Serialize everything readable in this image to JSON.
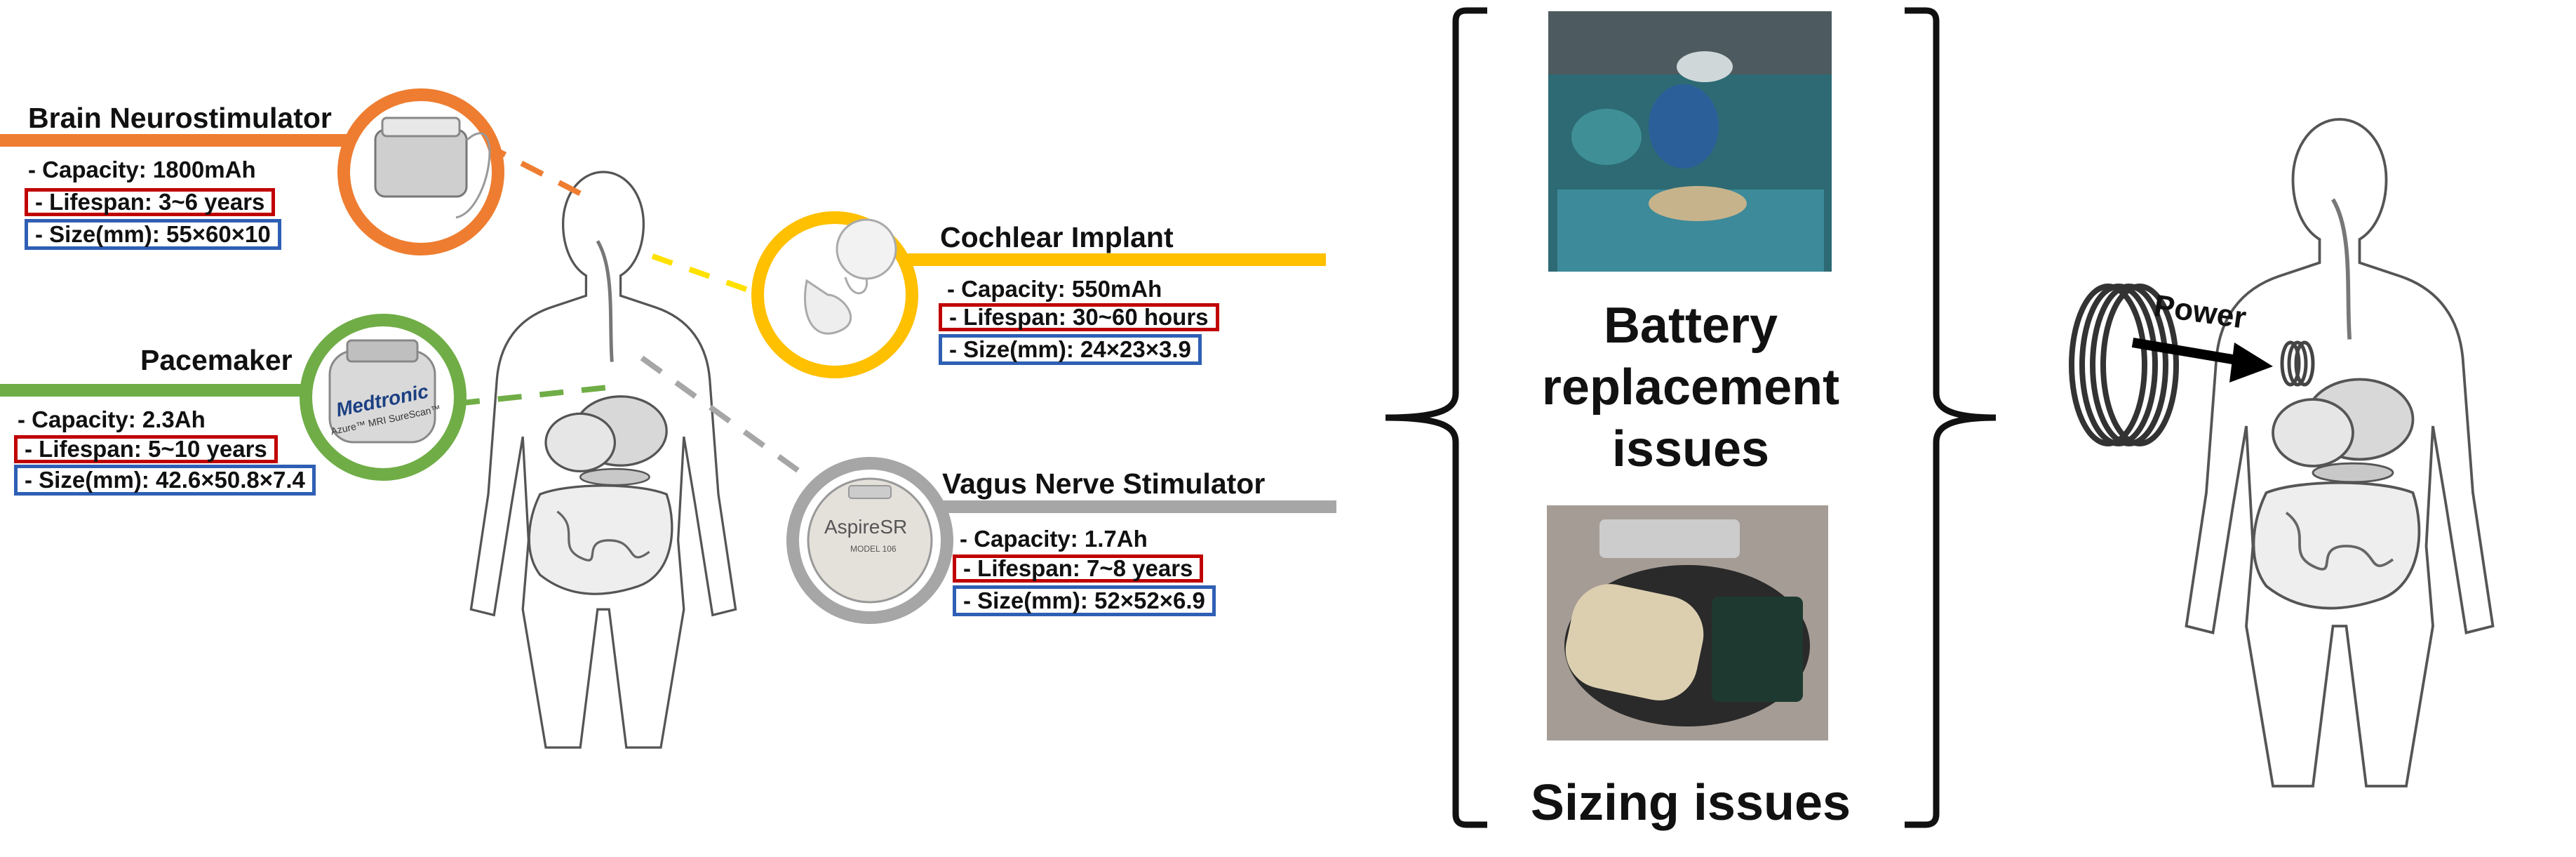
{
  "devices": {
    "brain": {
      "title": "Brain Neurostimulator",
      "capacity": "- Capacity: 1800mAh",
      "lifespan": "- Lifespan: 3~6  years",
      "size": "- Size(mm): 55×60×10",
      "accent": "#ee7d31"
    },
    "pacemaker": {
      "title": "Pacemaker",
      "capacity": "- Capacity: 2.3Ah",
      "lifespan": "- Lifespan: 5~10 years",
      "size": "- Size(mm): 42.6×50.8×7.4",
      "accent": "#70ad47",
      "brand": "Medtronic",
      "model": "Azure™ MRI SureScan™"
    },
    "cochlear": {
      "title": "Cochlear Implant",
      "capacity": "- Capacity: 550mAh",
      "lifespan": "- Lifespan: 30~60  hours",
      "size": "- Size(mm): 24×23×3.9",
      "accent": "#ffc000"
    },
    "vagus": {
      "title": "Vagus Nerve Stimulator",
      "capacity": "- Capacity: 1.7Ah",
      "lifespan": "- Lifespan: 7~8  years",
      "size": "- Size(mm): 52×52×6.9",
      "accent": "#a6a6a6",
      "brand": "AspireSR",
      "model": "MODEL 106"
    }
  },
  "issues": {
    "battery": "Battery\nreplacement\nissues",
    "sizing": "Sizing issues"
  },
  "power_label": "Power",
  "colors": {
    "lifespan_box": "#c00000",
    "size_box": "#2e5fb4"
  }
}
